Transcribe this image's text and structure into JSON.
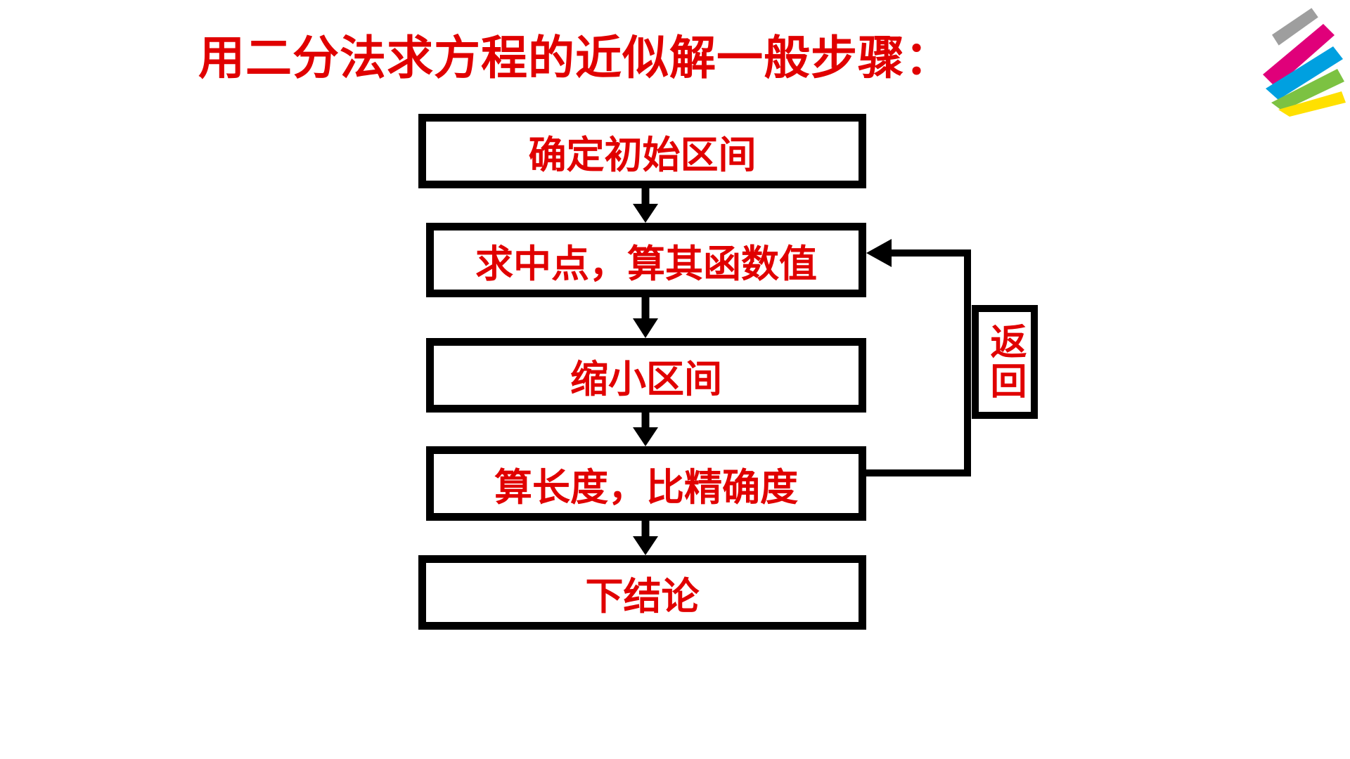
{
  "slide": {
    "title": "用二分法求方程的近似解一般步骤："
  },
  "steps": [
    {
      "label": "确定初始区间"
    },
    {
      "label": "求中点，算其函数值"
    },
    {
      "label": "缩小区间"
    },
    {
      "label": "算长度，比精确度"
    },
    {
      "label": "下结论"
    }
  ],
  "loop": {
    "label": "返回"
  },
  "colors": {
    "text": "#e00000",
    "border": "#000000",
    "background": "#ffffff"
  },
  "icons": {
    "logo": "brush-stroke-logo-icon"
  }
}
